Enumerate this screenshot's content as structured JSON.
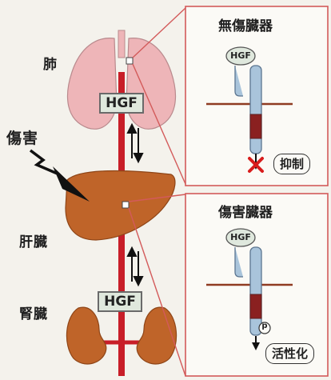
{
  "organs": {
    "lung": "肺",
    "injury": "傷害",
    "liver": "肝臓",
    "kidney": "腎臓"
  },
  "hgf_label": "HGF",
  "panels": {
    "top": {
      "title": "無傷臓器",
      "ligand": "HGF",
      "result": "抑制"
    },
    "bottom": {
      "title": "傷害臓器",
      "ligand": "HGF",
      "phospho": "p",
      "result": "活性化"
    }
  },
  "colors": {
    "lung": "#eeb5b8",
    "liver": "#bf6429",
    "kidney": "#bf6429",
    "vessel": "#c81e28",
    "receptor": "#a9c4db",
    "kinase_domain": "#8a2020",
    "membrane": "#8f3b22",
    "cross": "#d81c1c"
  }
}
